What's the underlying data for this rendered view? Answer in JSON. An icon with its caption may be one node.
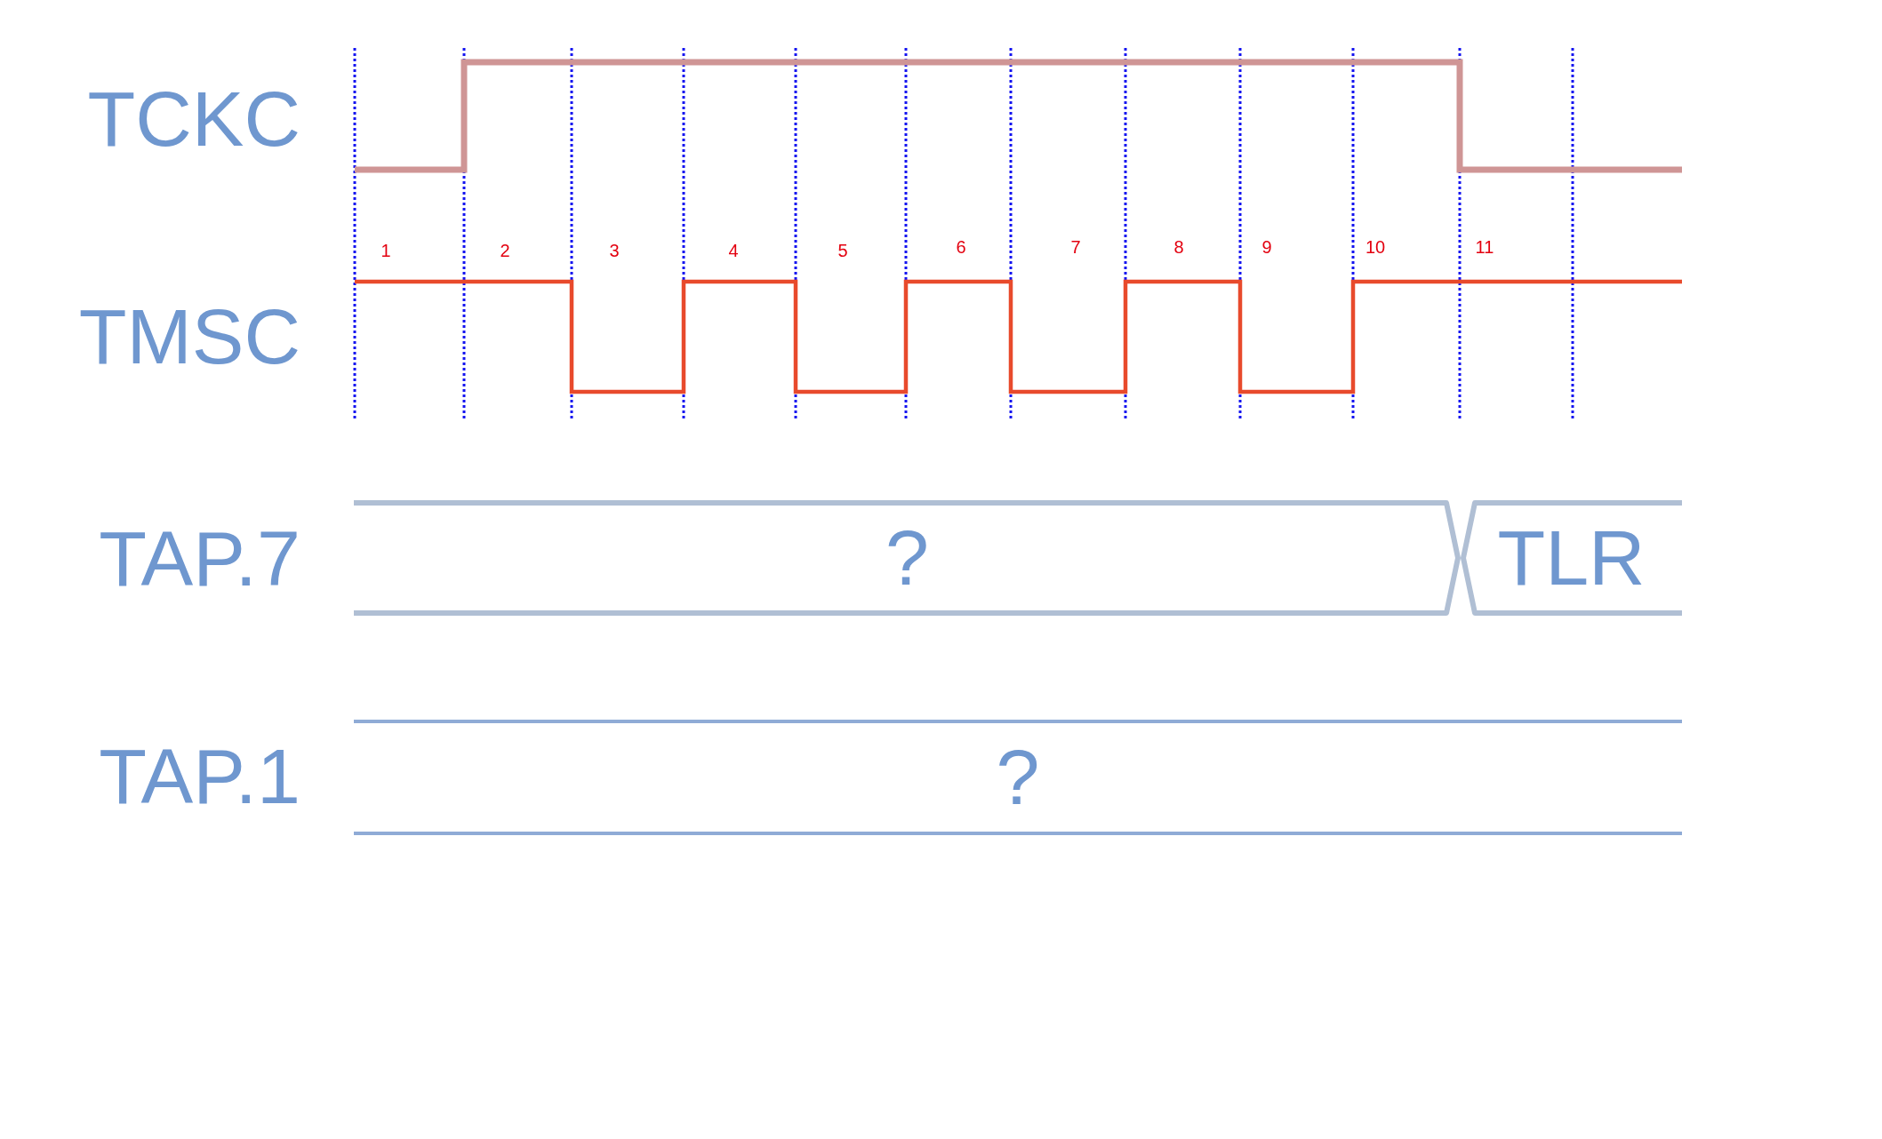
{
  "diagram": {
    "nodes": [
      {
        "text": [
          "?"
        ]
      },
      {
        "text": [
          "TLR"
        ]
      },
      {
        "text": [
          "?"
        ]
      }
    ],
    "labels": [
      "TCKC",
      "1",
      "2",
      "3",
      "4",
      "5",
      "6",
      "7",
      "8",
      "9",
      "10",
      "11",
      "TMSC",
      "TAP.7",
      "TAP.1"
    ]
  }
}
